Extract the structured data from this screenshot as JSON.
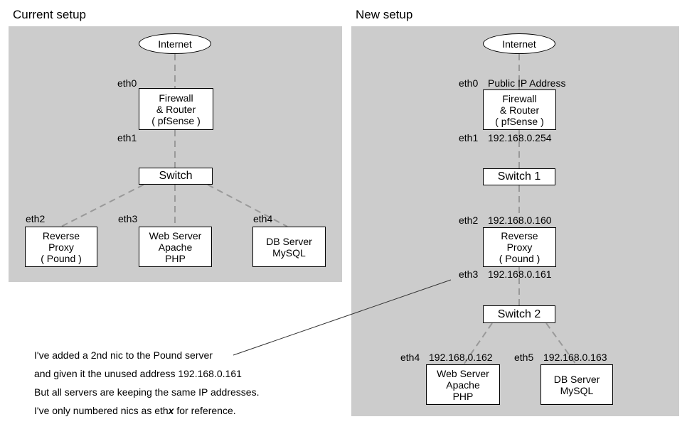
{
  "current": {
    "title": "Current setup",
    "internet": "Internet",
    "eth0": "eth0",
    "eth1": "eth1",
    "eth2": "eth2",
    "eth3": "eth3",
    "eth4": "eth4",
    "firewall": [
      "Firewall",
      "& Router",
      "( pfSense )"
    ],
    "switch": "Switch",
    "proxy": [
      "Reverse",
      "Proxy",
      "( Pound )"
    ],
    "web": [
      "Web Server",
      "Apache",
      "PHP"
    ],
    "db": [
      "DB Server",
      "MySQL"
    ]
  },
  "new": {
    "title": "New setup",
    "internet": "Internet",
    "eth0": "eth0",
    "eth0_addr": "Public IP Address",
    "firewall": [
      "Firewall",
      "& Router",
      "( pfSense )"
    ],
    "eth1": "eth1",
    "eth1_addr": "192.168.0.254",
    "switch1": "Switch 1",
    "eth2": "eth2",
    "eth2_addr": "192.168.0.160",
    "proxy": [
      "Reverse",
      "Proxy",
      "( Pound )"
    ],
    "eth3": "eth3",
    "eth3_addr": "192.168.0.161",
    "switch2": "Switch 2",
    "eth4": "eth4",
    "eth4_addr": "192.168.0.162",
    "eth5": "eth5",
    "eth5_addr": "192.168.0.163",
    "web": [
      "Web Server",
      "Apache",
      "PHP"
    ],
    "db": [
      "DB Server",
      "MySQL"
    ]
  },
  "note": {
    "line1": "I've added a 2nd nic to the Pound server",
    "line2": "and given it the unused address 192.168.0.161",
    "line3": "But all servers are keeping the same IP addresses.",
    "line4_prefix": "I've only numbered nics as eth",
    "line4_var": "x",
    "line4_suffix": " for reference."
  },
  "colors": {
    "panel": "#cccccc",
    "link": "#999999",
    "border": "#000000"
  }
}
